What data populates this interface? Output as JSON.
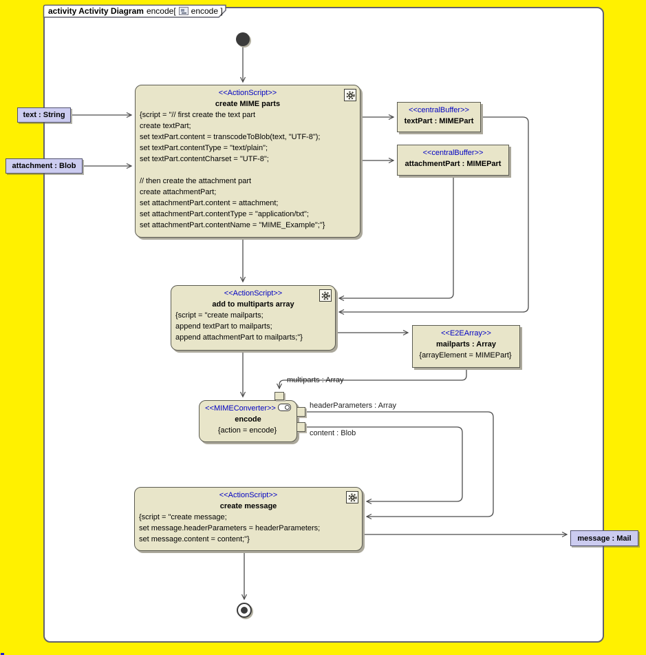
{
  "title": {
    "keyword": "activity Activity Diagram",
    "name_before_icon": "encode[",
    "name_after_icon": "encode ]"
  },
  "actions": {
    "create_mime_parts": {
      "stereotype": "<<ActionScript>>",
      "name": "create MIME parts",
      "body": "{script = \"// first create the text part\ncreate textPart;\nset textPart.content = transcodeToBlob(text, \"UTF-8\");\nset textPart.contentType = \"text/plain\";\nset textPart.contentCharset = \"UTF-8\";\n\n// then create the attachment part\ncreate attachmentPart;\nset attachmentPart.content = attachment;\nset attachmentPart.contentType = \"application/txt\";\nset attachmentPart.contentName = \"MIME_Example\";\"}"
    },
    "add_to_multiparts_array": {
      "stereotype": "<<ActionScript>>",
      "name": "add to multiparts array",
      "body": "{script = \"create mailparts;\nappend textPart to mailparts;\nappend attachmentPart to mailparts;\"}"
    },
    "encode": {
      "stereotype": "<<MIMEConverter>>",
      "name": "encode",
      "body": "{action = encode}"
    },
    "create_message": {
      "stereotype": "<<ActionScript>>",
      "name": "create message",
      "body": "{script = \"create message;\nset message.headerParameters = headerParameters;\nset message.content = content;\"}"
    }
  },
  "buffers": {
    "text_part": {
      "stereotype": "<<centralBuffer>>",
      "name": "textPart : MIMEPart"
    },
    "attachment_part": {
      "stereotype": "<<centralBuffer>>",
      "name": "attachmentPart : MIMEPart"
    },
    "mailparts": {
      "stereotype": "<<E2EArray>>",
      "name": "mailparts : Array",
      "body": "{arrayElement = MIMEPart}"
    }
  },
  "object_nodes": {
    "text": "text : String",
    "attachment": "attachment : Blob",
    "message": "message : Mail"
  },
  "edge_labels": {
    "multiparts": "multiparts : Array",
    "header_parameters": "headerParameters : Array",
    "content": "content : Blob"
  },
  "colors": {
    "background": "#FFF100",
    "node_fill": "#E8E5C9",
    "object_node_fill": "#CCCCF0",
    "stereotype_text": "#0000C3",
    "edge_line": "#4A4A4A"
  }
}
